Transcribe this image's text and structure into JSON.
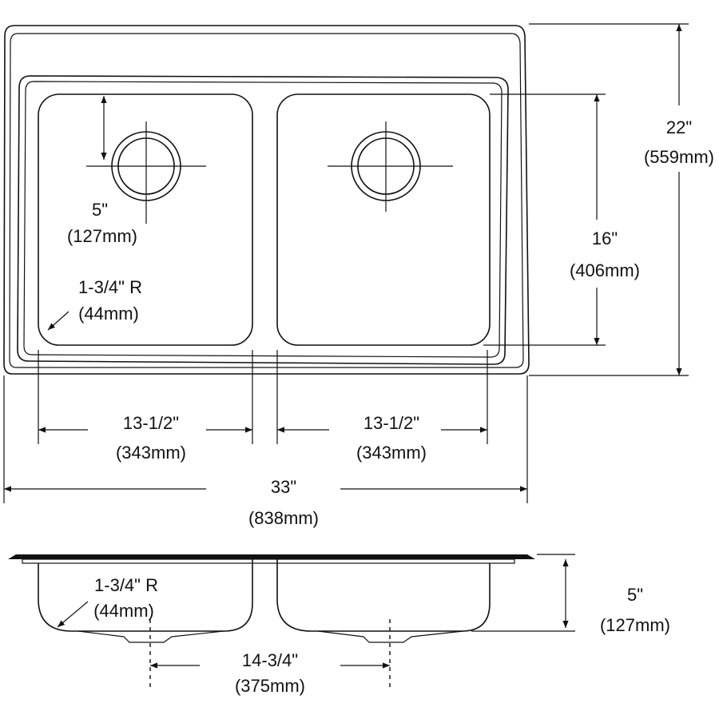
{
  "top_view": {
    "drain_depth": {
      "imperial": "5\"",
      "metric": "(127mm)"
    },
    "corner_radius": {
      "imperial": "1-3/4\" R",
      "metric": "(44mm)"
    },
    "bowl_length": {
      "imperial": "16\"",
      "metric": "(406mm)"
    },
    "overall_depth": {
      "imperial": "22\"",
      "metric": "(559mm)"
    },
    "left_bowl_width": {
      "imperial": "13-1/2\"",
      "metric": "(343mm)"
    },
    "right_bowl_width": {
      "imperial": "13-1/2\"",
      "metric": "(343mm)"
    },
    "overall_width": {
      "imperial": "33\"",
      "metric": "(838mm)"
    }
  },
  "side_view": {
    "corner_radius": {
      "imperial": "1-3/4\" R",
      "metric": "(44mm)"
    },
    "bowl_depth": {
      "imperial": "5\"",
      "metric": "(127mm)"
    },
    "drain_spacing": {
      "imperial": "14-3/4\"",
      "metric": "(375mm)"
    }
  }
}
